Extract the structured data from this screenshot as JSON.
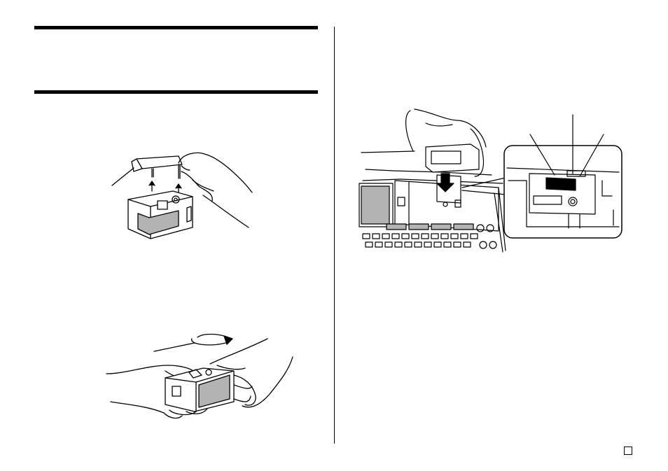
{
  "page": {
    "left_column": {
      "figure_1": {
        "icon": "remove-tape-stopper-illustration"
      },
      "figure_2": {
        "icon": "tape-cassette-slack-illustration"
      }
    },
    "right_column": {
      "figure_3": {
        "icon": "insert-tape-cassette-illustration"
      }
    },
    "page_number_box": {
      "icon": "empty-square-box"
    }
  },
  "colors": {
    "ink": "#000000",
    "tape_gray": "#b3b3b3",
    "paper": "#ffffff"
  }
}
